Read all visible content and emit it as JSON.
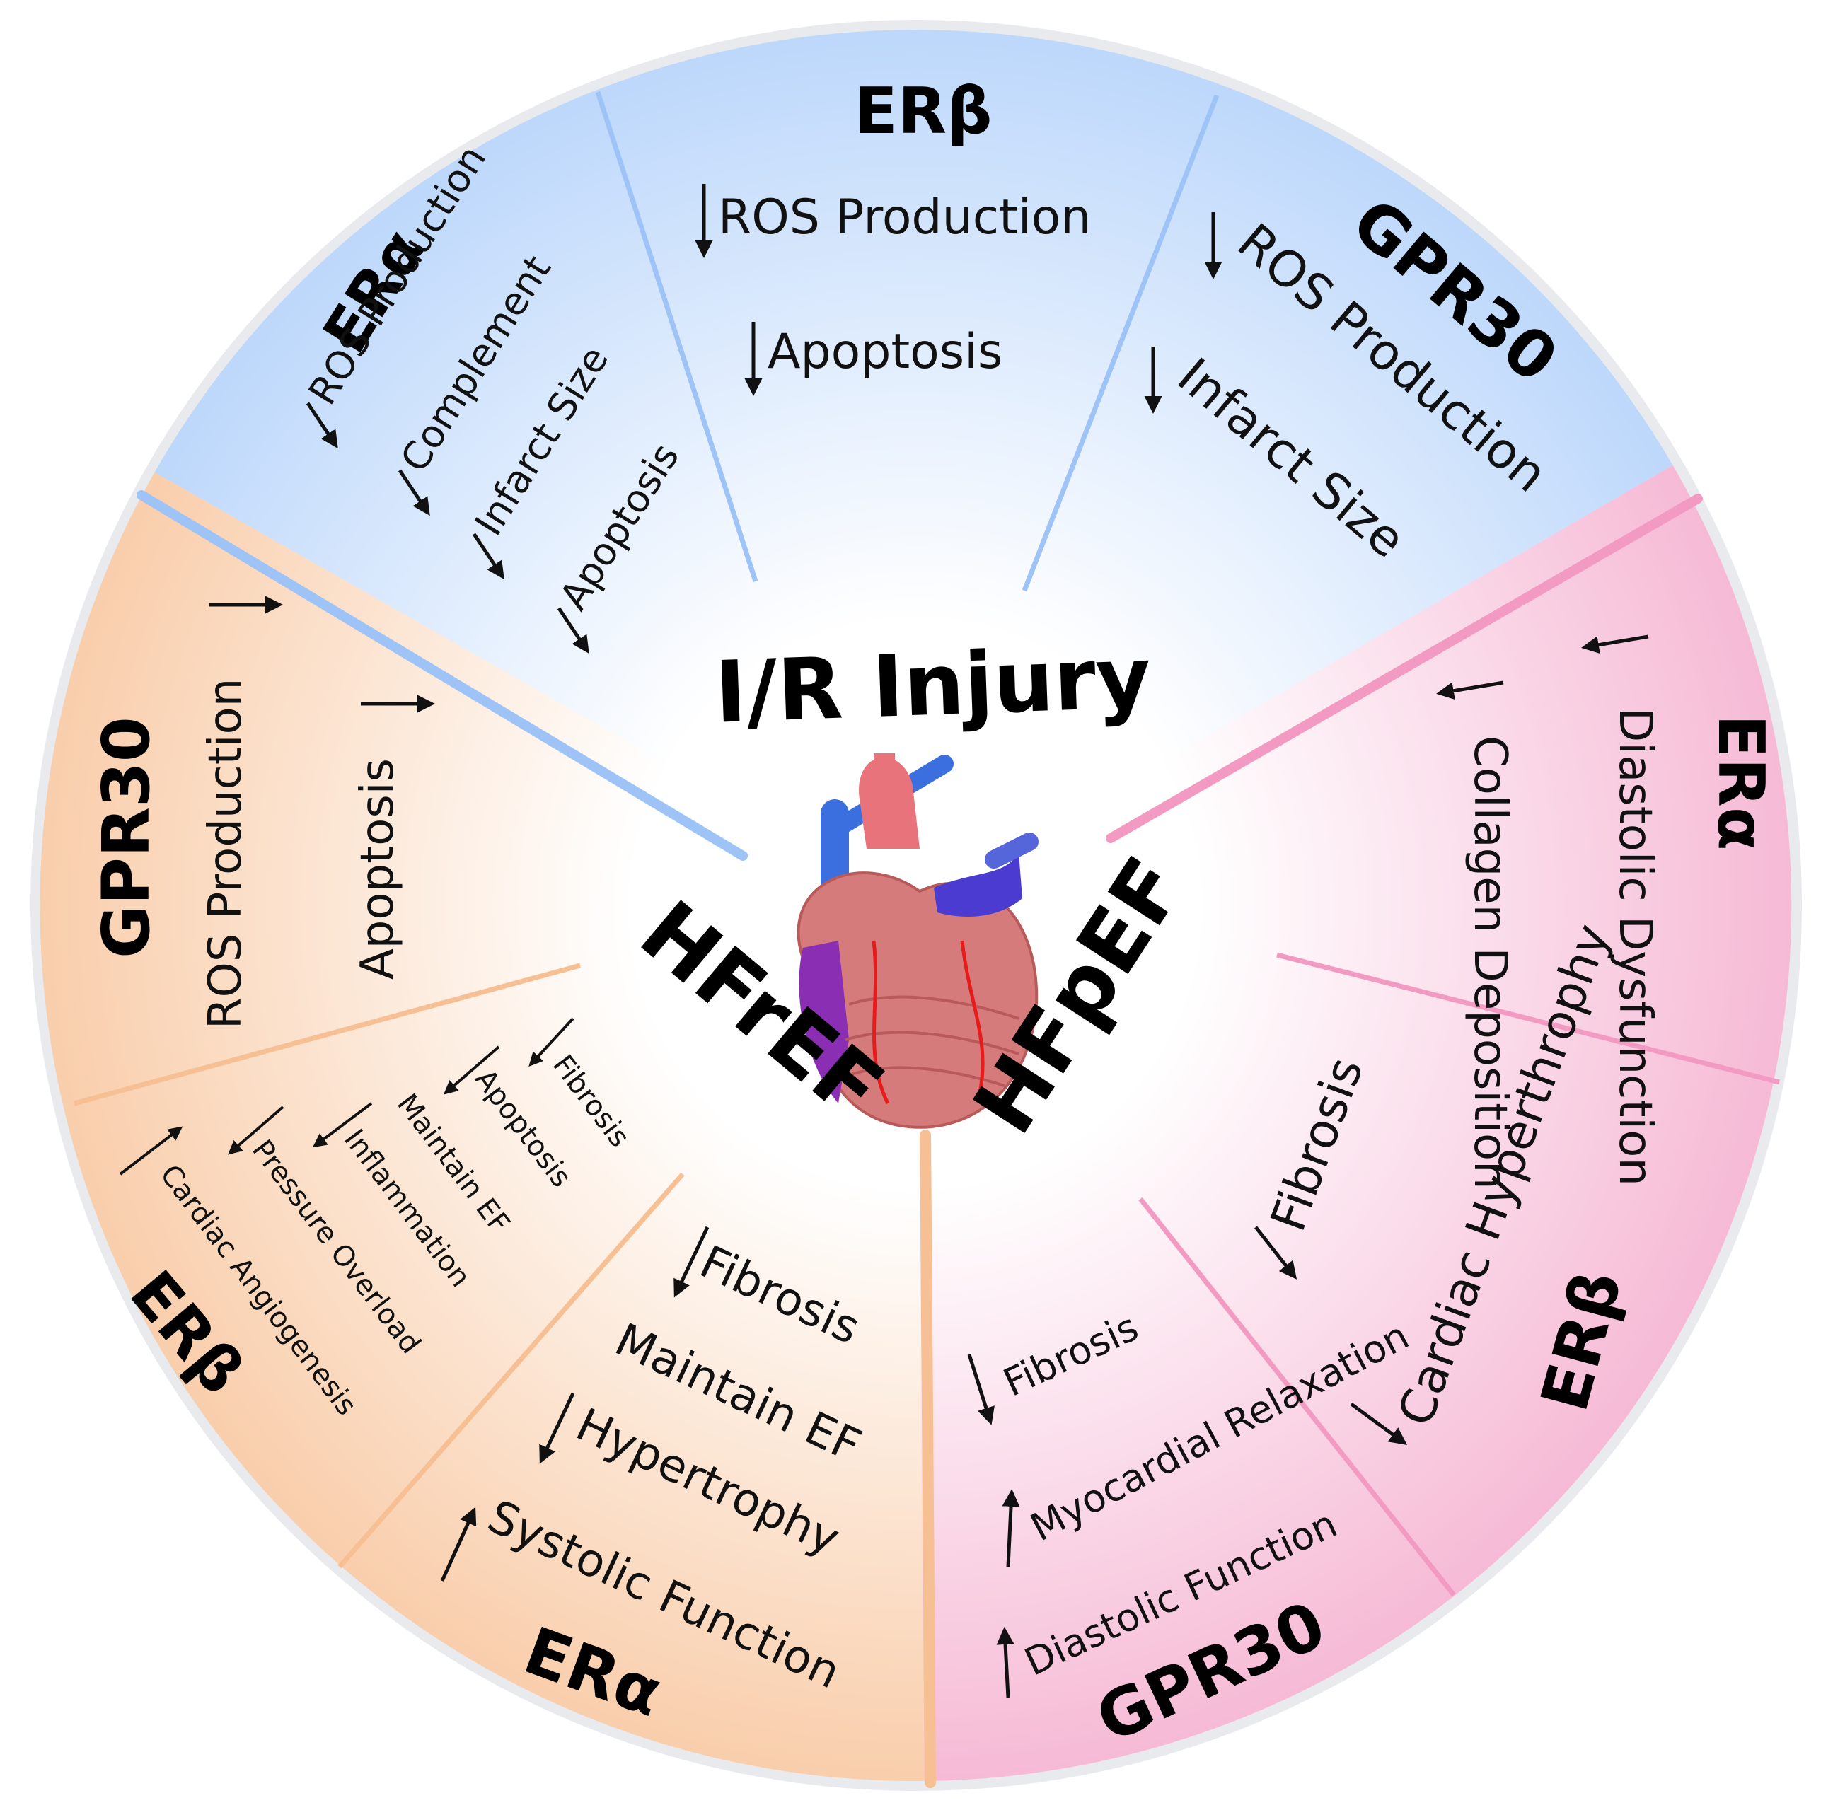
{
  "colors": {
    "ir_blue": "#bcd7fb",
    "ir_divider": "#9ec3f7",
    "hfpef_pink": "#f6b9d5",
    "hfpef_divider": "#f39ac2",
    "hfref_orange": "#f9cdaa",
    "hfref_divider": "#f6bf94",
    "rim": "#e8eaee"
  },
  "center_labels": {
    "ir": "I/R Injury",
    "hfpef": "HFpEF",
    "hfref": "HFrEF"
  },
  "center_icon": "heart-icon",
  "segments": [
    {
      "id": "ir-era",
      "receptor": "ERα",
      "items": [
        {
          "arrow": "down",
          "text": "ROS Production"
        },
        {
          "arrow": "down",
          "text": "Complement"
        },
        {
          "arrow": "down",
          "text": "Infarct Size"
        },
        {
          "arrow": "down",
          "text": "Apoptosis"
        }
      ]
    },
    {
      "id": "ir-erb",
      "receptor": "ERβ",
      "items": [
        {
          "arrow": "down",
          "text": "ROS Production"
        },
        {
          "arrow": "down",
          "text": "Apoptosis"
        }
      ]
    },
    {
      "id": "ir-gpr30",
      "receptor": "GPR30",
      "items": [
        {
          "arrow": "down",
          "text": "ROS Production"
        },
        {
          "arrow": "down",
          "text": "Infarct Size"
        }
      ]
    },
    {
      "id": "hfpef-era",
      "receptor": "ERα",
      "items": [
        {
          "arrow": "down",
          "text": "Diastolic Dysfunction"
        },
        {
          "arrow": "down",
          "text": "Collagen Deposition"
        }
      ]
    },
    {
      "id": "hfpef-erb",
      "receptor": "ERβ",
      "items": [
        {
          "arrow": "down",
          "text": "Fibrosis"
        },
        {
          "arrow": "down",
          "text": "Cardiac Hyperthrophy"
        }
      ]
    },
    {
      "id": "hfpef-gpr30",
      "receptor": "GPR30",
      "items": [
        {
          "arrow": "down",
          "text": "Fibrosis"
        },
        {
          "arrow": "up",
          "text": "Myocardial Relaxation"
        },
        {
          "arrow": "up",
          "text": "Diastolic Function"
        }
      ]
    },
    {
      "id": "hfref-era",
      "receptor": "ERα",
      "items": [
        {
          "arrow": "down",
          "text": "Fibrosis"
        },
        {
          "arrow": "none",
          "text": "Maintain EF"
        },
        {
          "arrow": "down",
          "text": "Hypertrophy"
        },
        {
          "arrow": "up",
          "text": "Systolic Function"
        }
      ]
    },
    {
      "id": "hfref-erb",
      "receptor": "ERβ",
      "items": [
        {
          "arrow": "down",
          "text": "Fibrosis"
        },
        {
          "arrow": "down",
          "text": "Apoptosis"
        },
        {
          "arrow": "none",
          "text": "Maintain EF"
        },
        {
          "arrow": "down",
          "text": "Inflammation"
        },
        {
          "arrow": "down",
          "text": "Pressure Overload"
        },
        {
          "arrow": "up",
          "text": "Cardiac Angiogenesis"
        }
      ]
    },
    {
      "id": "hfref-gpr30",
      "receptor": "GPR30",
      "items": [
        {
          "arrow": "right",
          "text": "ROS Production"
        },
        {
          "arrow": "right",
          "text": "Apoptosis"
        }
      ]
    }
  ]
}
